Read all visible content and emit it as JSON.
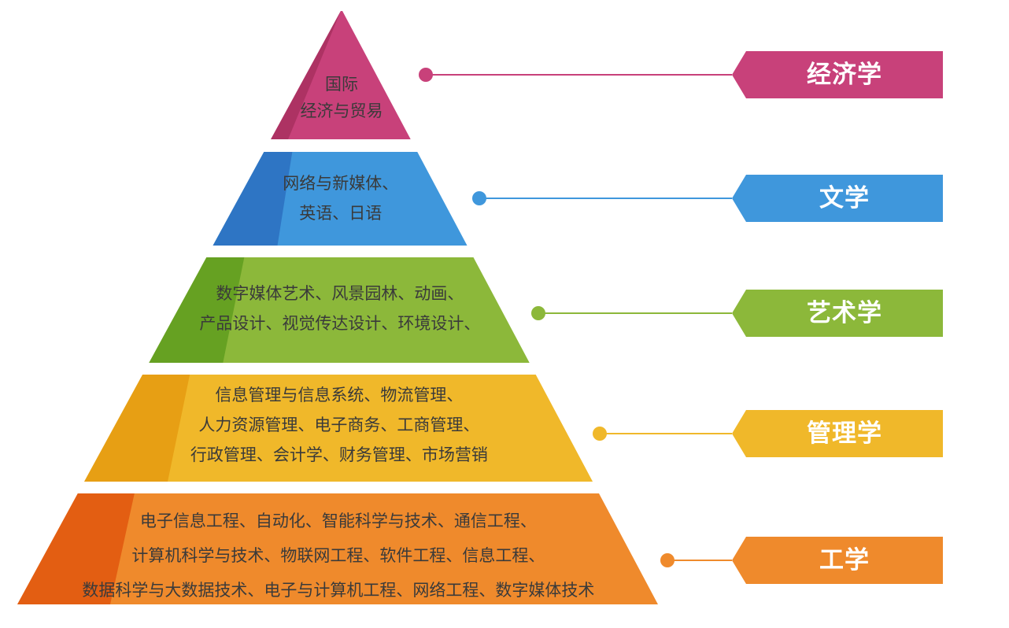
{
  "pyramid": {
    "tiers": [
      {
        "id": "economics",
        "label": "经济学",
        "color": "#c8417a",
        "dark": "#a8305f",
        "lines": [
          "国际",
          "经济与贸易"
        ]
      },
      {
        "id": "literature",
        "label": "文学",
        "color": "#3f97dc",
        "dark": "#2b6fc0",
        "lines": [
          "网络与新媒体、",
          "英语、日语"
        ]
      },
      {
        "id": "art",
        "label": "艺术学",
        "color": "#8cb83a",
        "dark": "#5f9c1f",
        "lines": [
          "数字媒体艺术、风景园林、动画、",
          "产品设计、视觉传达设计、环境设计、"
        ]
      },
      {
        "id": "management",
        "label": "管理学",
        "color": "#f0b82a",
        "dark": "#e59a10",
        "lines": [
          "信息管理与信息系统、物流管理、",
          "人力资源管理、电子商务、工商管理、",
          "行政管理、会计学、财务管理、市场营销"
        ]
      },
      {
        "id": "engineering",
        "label": "工学",
        "color": "#ef8a2c",
        "dark": "#e0560e",
        "lines": [
          "电子信息工程、自动化、智能科学与技术、通信工程、",
          "计算机科学与技术、物联网工程、软件工程、信息工程、",
          "数据科学与大数据技术、电子与计算机工程、网络工程、数字媒体技术"
        ]
      }
    ]
  }
}
